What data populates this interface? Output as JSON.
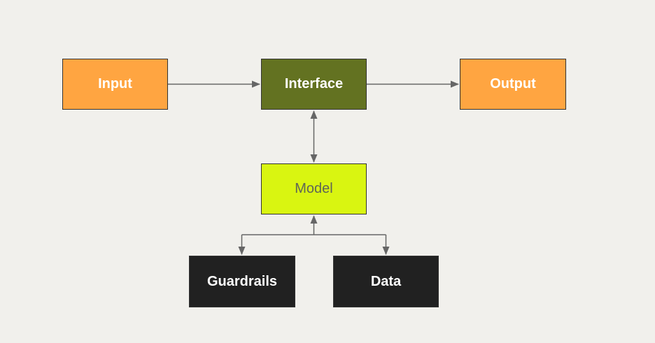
{
  "nodes": {
    "input": {
      "label": "Input",
      "fill": "#ffa541",
      "text_color": "#ffffff"
    },
    "interface": {
      "label": "Interface",
      "fill": "#637221",
      "text_color": "#ffffff"
    },
    "output": {
      "label": "Output",
      "fill": "#ffa541",
      "text_color": "#ffffff"
    },
    "model": {
      "label": "Model",
      "fill": "#d9f511",
      "text_color": "#5f6557"
    },
    "guardrails": {
      "label": "Guardrails",
      "fill": "#212121",
      "text_color": "#ffffff"
    },
    "data": {
      "label": "Data",
      "fill": "#212121",
      "text_color": "#ffffff"
    }
  },
  "edges": [
    {
      "from": "input",
      "to": "interface",
      "direction": "forward"
    },
    {
      "from": "interface",
      "to": "output",
      "direction": "forward"
    },
    {
      "from": "interface",
      "to": "model",
      "direction": "both"
    },
    {
      "from": "model",
      "to": [
        "guardrails",
        "data"
      ],
      "direction": "both"
    }
  ],
  "colors": {
    "background": "#f1f0ec",
    "connector": "#666666"
  }
}
